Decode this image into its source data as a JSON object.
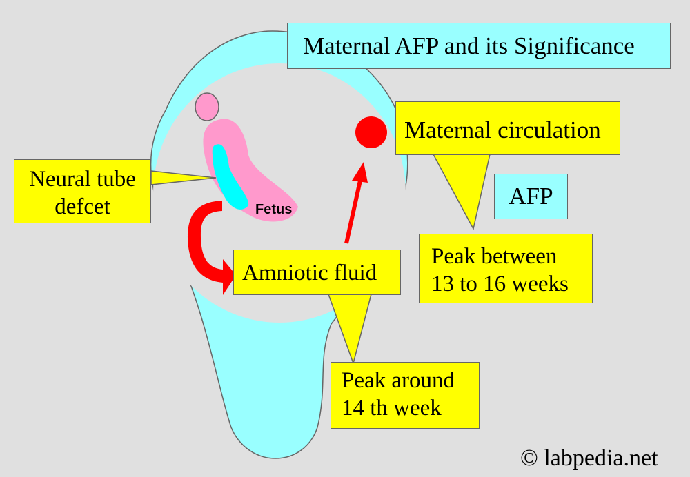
{
  "title": "Maternal AFP and its Significance",
  "labels": {
    "neural_tube_line1": "Neural tube",
    "neural_tube_line2": "defcet",
    "fetus": "Fetus",
    "maternal_circulation": "Maternal circulation",
    "afp": "AFP",
    "peak_between_line1": "Peak between",
    "peak_between_line2": "13 to 16 weeks",
    "amniotic_fluid": "Amniotic fluid",
    "peak_around_line1": "Peak around",
    "peak_around_line2": "14 th week"
  },
  "watermark": "© labpedia.net",
  "colors": {
    "background": "#e0e0e0",
    "uterus": "#99ffff",
    "amniotic_sac": "#e0e0e0",
    "fetus_body": "#ff99cc",
    "neural_tube": "#00ffff",
    "callout_yellow": "#ffff00",
    "callout_cyan": "#99ffff",
    "arrow_red": "#ff0000",
    "maternal_dot": "#ff0000"
  }
}
